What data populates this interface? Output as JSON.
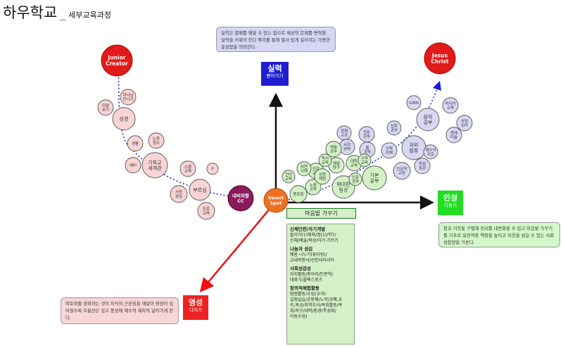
{
  "title": {
    "main": "하우학교",
    "dash": "_",
    "sub": "세부교육과정"
  },
  "colors": {
    "circle_pink": "#f8d4d4",
    "circle_purple": "#d8d8f4",
    "circle_green": "#d2f2c6",
    "junior": "#e11a1a",
    "jesus": "#e11a1a",
    "center": "#f07020",
    "purple_dark": "#8b1a60",
    "arrow_up": "#111111",
    "arrow_right": "#111111",
    "arrow_left": "#ee1111",
    "arrow_blue": "#1a1ad8"
  },
  "top_box": {
    "text": "실력은 열매를 맺을 수 있는 힘으로 세상의 문제를 변혁할 실력을 키워야 한다 뿌리를 통해 필사 있게 길러지는 가용한 흥성함을 의미한다."
  },
  "right_box": {
    "text": "참과 거짓을 구별해 진리를 내면화할 수 있고 마음밭 가꾸기를 기초로 실천적용 역량을 높이고 이웃을 섬길 수 있는 사회성함양을 가른다."
  },
  "left_box": {
    "text": "여호와를 경외하는 것이 지식의 근본임을 깨달아 영성이 깊어질수록 흐름선은 깊고 풍성해 예수의 제자의 닮아가게 된다."
  },
  "directions": {
    "up": {
      "label": "실력",
      "sub": "뻗어가기"
    },
    "right": {
      "label": "인성",
      "sub": "다듬기"
    },
    "left": {
      "label": "영성",
      "sub": "다지기"
    }
  },
  "bar_label": "마음밭 가꾸기",
  "list": [
    {
      "heading": "신체단련/자기개발",
      "items": [
        "돌이가(1)체육/정(1)/약7/",
        "신체/예술/적성/아기 기르기"
      ]
    },
    {
      "heading": "나눔과 섬김",
      "items": [
        "배움 나누기(튜터링)/",
        "교내외봉사/선한사마리아"
      ]
    },
    {
      "heading": "사회성감성",
      "items": [
        "자치활동/동아리/인문학/",
        "대화기/플렉스포츠"
      ]
    },
    {
      "heading": "창의적체험활동",
      "items": [
        "탐험활동/수업(교과)",
        "실험실습/공동체/노작/공예,요",
        "리,목공/지역조사/목회활동/목",
        "회/지구/대학/환경(특성화/",
        "이동수업)"
      ]
    }
  ],
  "circles": {
    "junior": "Junior Creator",
    "jesus": "Jesus Christ",
    "center": "Sweet Spot",
    "cc": "내비의함 CC",
    "pink": [
      "하나님 만나기",
      "이렇 위기",
      "성경",
      "생활",
      "노동 청소",
      "에비",
      "기독교 세계관",
      "스월 교육",
      "F",
      "부르심",
      "사랑 섬김",
      "진로 교육"
    ],
    "purple": [
      "GIRN",
      "삶의 공부",
      "미디어 교육",
      "상담 심리",
      "심화 공부",
      "원예 미술",
      "과외 활동",
      "예수의 모습",
      "신학 이해",
      "전문 공부",
      "학점 특강",
      "인문학 교양",
      "물 과학",
      "경제 교과",
      "사회 영역"
    ],
    "green": [
      "기본 공부",
      "예술 탐구",
      "대학 교육",
      "위대한 일상",
      "진로 교육",
      "노동 공학",
      "예술 공부",
      "인문 공부",
      "멘토링",
      "자연 이해",
      "성장 체험",
      "독서 교육",
      "수학 교육",
      "언어 교육"
    ]
  }
}
